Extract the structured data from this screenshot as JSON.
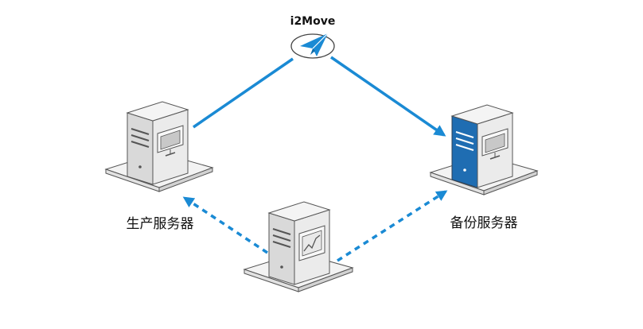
{
  "hub": {
    "label": "i2Move",
    "icon": "paper-plane-icon"
  },
  "nodes": {
    "production": {
      "label": "生产服务器",
      "icon": "server-icon"
    },
    "backup": {
      "label": "备份服务器",
      "icon": "server-icon"
    },
    "monitor": {
      "label": "",
      "icon": "monitoring-server-icon"
    }
  },
  "colors": {
    "link": "#1a8ad4",
    "backup_accent": "#1f6db2",
    "server_body": "#e4e4e4",
    "server_side": "#c6c6c6",
    "platform": "#f3f3f3"
  }
}
